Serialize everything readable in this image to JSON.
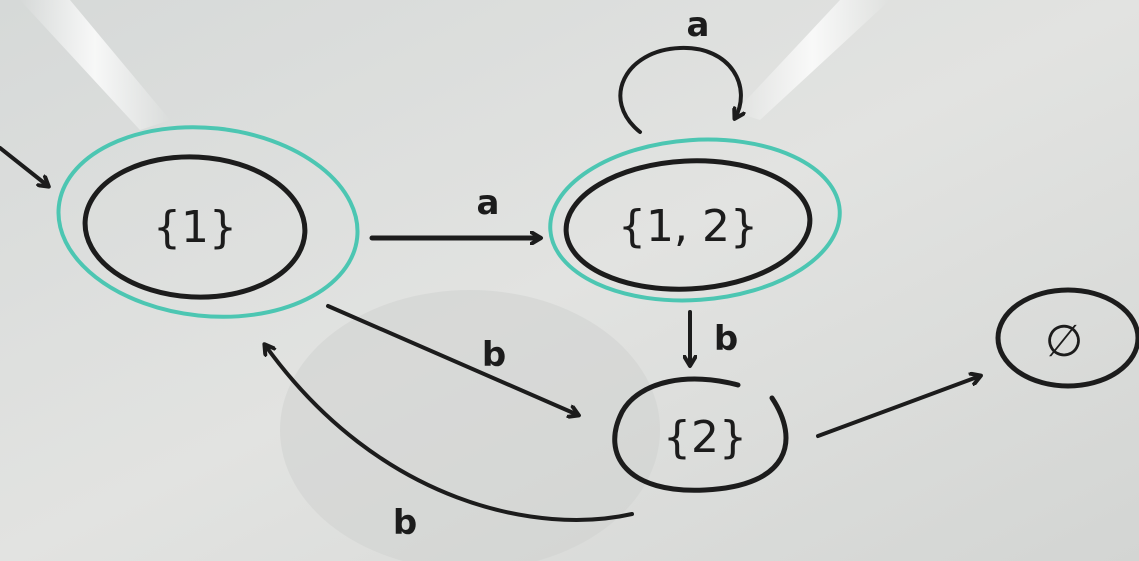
{
  "colors": {
    "board": "#dcdedd",
    "ink": "#1c1c1c",
    "accept": "#4cc6b2"
  },
  "states": [
    {
      "id": "s1",
      "label": "{1}"
    },
    {
      "id": "s12",
      "label": "{1, 2}"
    },
    {
      "id": "s2",
      "label": "{2}"
    },
    {
      "id": "sempty",
      "label": "∅"
    }
  ],
  "edges": {
    "s1_s12": "a",
    "s12_loop": "a",
    "s1_s2": "b",
    "s12_s2": "b",
    "s2_s1": "b"
  }
}
